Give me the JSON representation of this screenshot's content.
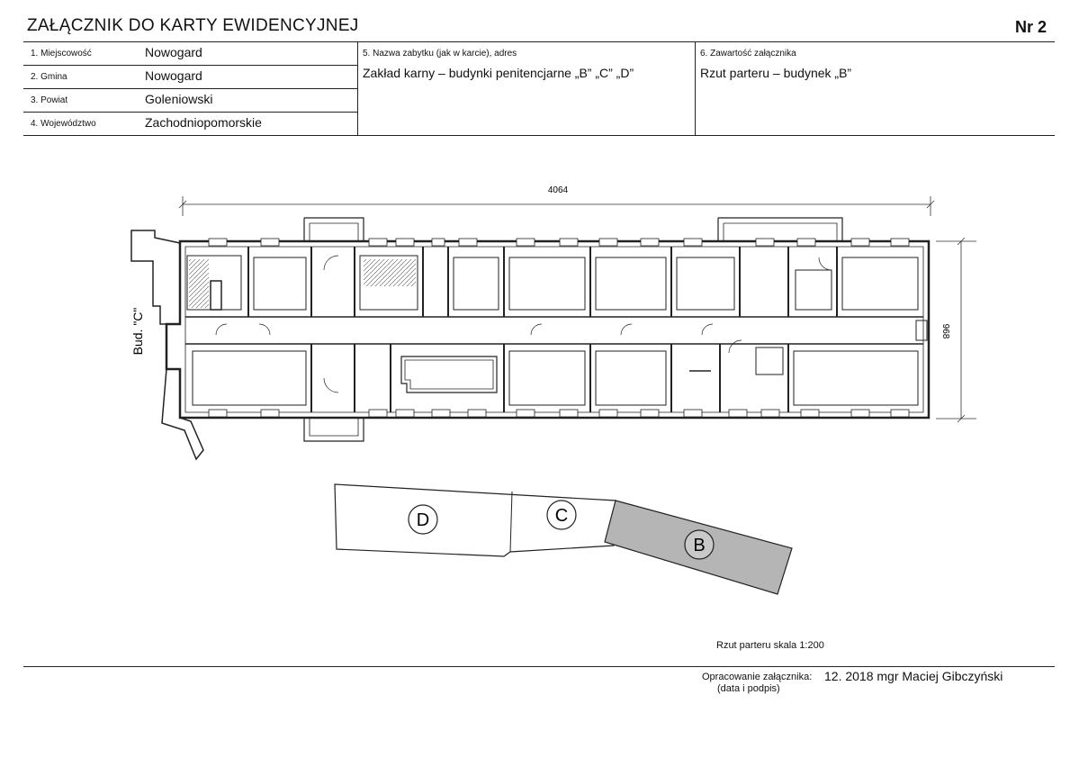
{
  "header": {
    "title": "ZAŁĄCZNIK DO KARTY EWIDENCYJNEJ",
    "number": "Nr 2"
  },
  "fields": [
    {
      "label": "1. Miejscowość",
      "value": "Nowogard"
    },
    {
      "label": "2. Gmina",
      "value": "Nowogard"
    },
    {
      "label": "3. Powiat",
      "value": "Goleniowski"
    },
    {
      "label": "4. Województwo",
      "value": "Zachodniopomorskie"
    }
  ],
  "monument": {
    "label": "5. Nazwa zabytku (jak w karcie), adres",
    "value": "Zakład karny – budynki penitencjarne „B” „C” „D”"
  },
  "contents": {
    "label": "6. Zawartość załącznika",
    "value": "Rzut parteru – budynek „B”"
  },
  "plan": {
    "dim_length": "4064",
    "dim_width": "968",
    "side_label": "Bud. \"C\"",
    "keys": [
      "D",
      "C",
      "B"
    ],
    "highlight_color": "#b5b5b5"
  },
  "footer": {
    "scale": "Rzut parteru  skala 1:200",
    "prepared_label": "Opracowanie załącznika:",
    "prepared_value": "12. 2018 mgr Maciej Gibczyński",
    "date_sign": "(data i podpis)"
  }
}
